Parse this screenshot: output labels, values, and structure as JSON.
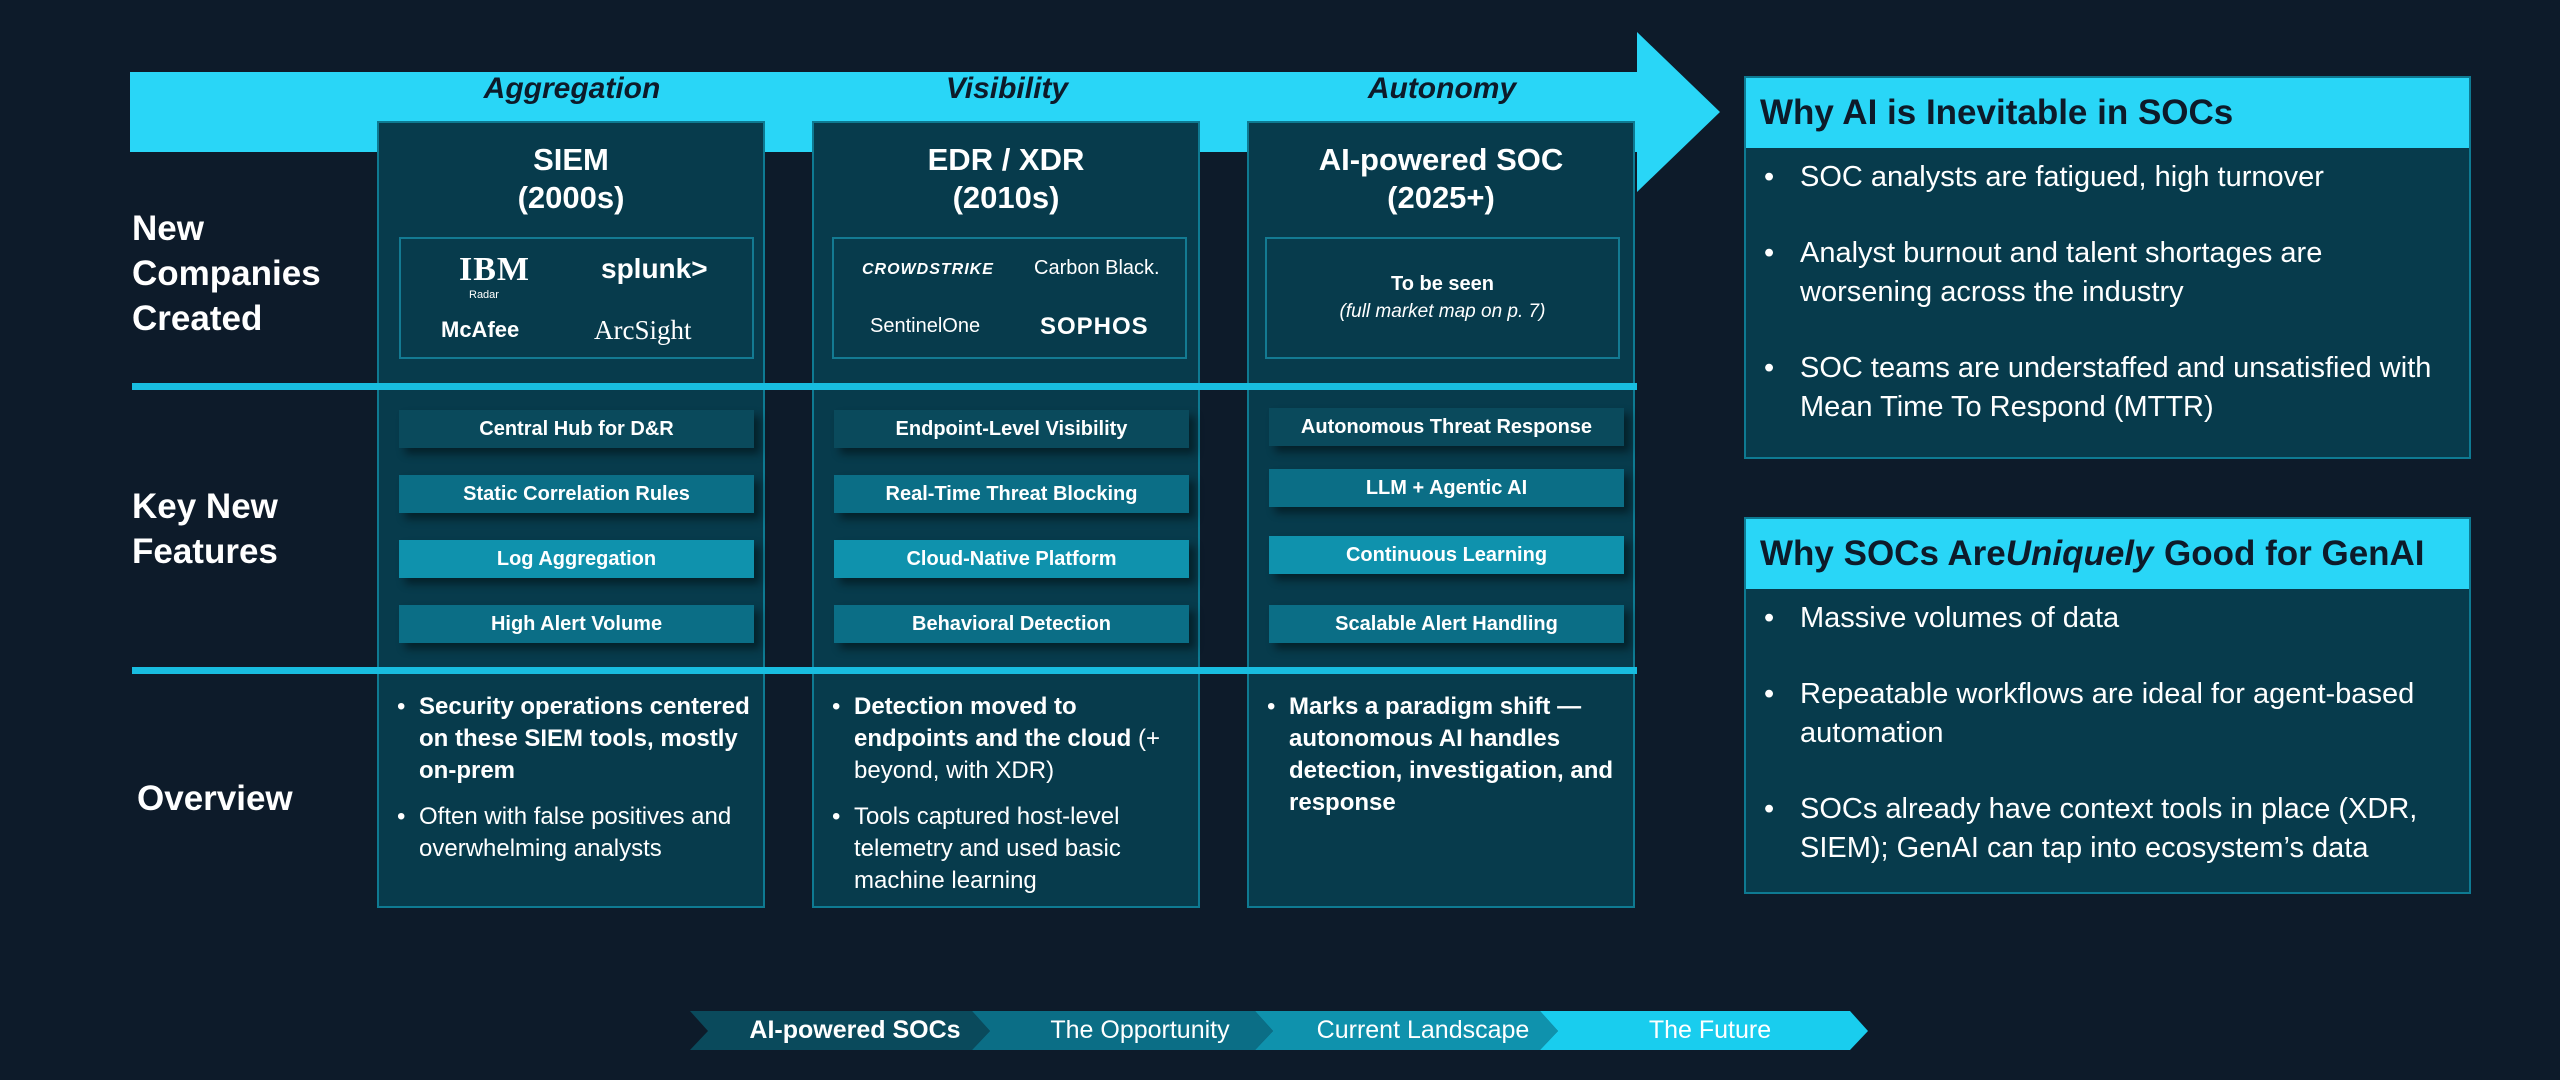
{
  "row_labels": {
    "companies": "New\nCompanies\nCreated",
    "features": "Key New\nFeatures",
    "overview": "Overview"
  },
  "columns": [
    {
      "header": "Aggregation",
      "title": "SIEM\n(2000s)",
      "logos": [
        "IBM",
        "Radar",
        "splunk>",
        "McAfee",
        "ArcSight"
      ],
      "features": [
        "Central Hub for D&R",
        "Static Correlation Rules",
        "Log Aggregation",
        "High Alert Volume"
      ],
      "overview": [
        {
          "bold": "Security operations centered on these SIEM tools, mostly on-prem",
          "rest": ""
        },
        {
          "bold": "",
          "rest": "Often with false positives and overwhelming analysts"
        }
      ]
    },
    {
      "header": "Visibility",
      "title": "EDR / XDR\n(2010s)",
      "logos": [
        "CROWDSTRIKE",
        "Carbon Black.",
        "SentinelOne",
        "SOPHOS"
      ],
      "features": [
        "Endpoint-Level Visibility",
        "Real-Time Threat Blocking",
        "Cloud-Native Platform",
        "Behavioral Detection"
      ],
      "overview": [
        {
          "bold": "Detection moved to endpoints and the cloud",
          "rest": " (+ beyond, with XDR)"
        },
        {
          "bold": "",
          "rest": "Tools captured host-level telemetry and used basic machine learning"
        }
      ]
    },
    {
      "header": "Autonomy",
      "title": "AI-powered SOC\n(2025+)",
      "logos_tbd": "To be seen",
      "logos_tbd_note": "(full market map on p. 7)",
      "features": [
        "Autonomous Threat Response",
        "LLM + Agentic AI",
        "Continuous Learning",
        "Scalable Alert Handling"
      ],
      "overview": [
        {
          "bold": "Marks a paradigm shift — autonomous AI handles detection, investigation, and response",
          "rest": ""
        }
      ]
    }
  ],
  "panels": {
    "inevitable": {
      "title": "Why AI is Inevitable in SOCs",
      "bullets": [
        "SOC analysts are fatigued, high turnover",
        "Analyst burnout and talent shortages are worsening across the industry",
        "SOC teams are understaffed and unsatisfied with Mean Time To Respond (MTTR)"
      ]
    },
    "unique": {
      "title_pre": "Why SOCs Are ",
      "title_em": "Uniquely",
      "title_post": " Good for GenAI",
      "bullets": [
        "Massive volumes of data",
        "Repeatable workflows are ideal for agent-based automation",
        "SOCs already have context tools in place (XDR, SIEM); GenAI can tap into ecosystem’s data"
      ]
    }
  },
  "nav": [
    "AI-powered SOCs",
    "The Opportunity",
    "Current Landscape",
    "The Future"
  ],
  "colors": {
    "background": "#0d1b2a",
    "accent": "#29d6f7",
    "column_fill": "#073b4c",
    "feature_dark": "#0a4a5c",
    "feature_mid": "#0b6e86",
    "feature_light": "#0f92ad"
  }
}
